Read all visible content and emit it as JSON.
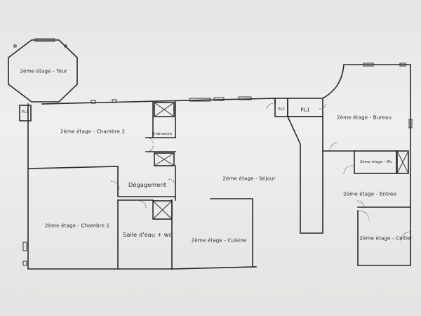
{
  "rooms": {
    "tour": "2ème étage - Tour",
    "chambre2": "2ème étage - Chambre 2",
    "chambre1": "2ème étage - Chambre 1",
    "degagement": "Dégagement",
    "salle_eau": "Salle d'eau + wc",
    "cuisine": "2ème étage - Cuisine",
    "sejour": "2ème étage - Séjour",
    "bureau": "2ème étage - Bureau",
    "wc": "2ème étage - Wc",
    "entree": "2ème étage - Entrée",
    "cellier": "2ème étage - Cellier",
    "placard_tour": "PL1",
    "placard_pl2": "PL2",
    "placard_pl1": "PL1",
    "embrasure": "Embrasure"
  },
  "colors": {
    "paper": "#e9ebe8",
    "line": "#2a2a2a",
    "background": "#9b9d9c"
  }
}
